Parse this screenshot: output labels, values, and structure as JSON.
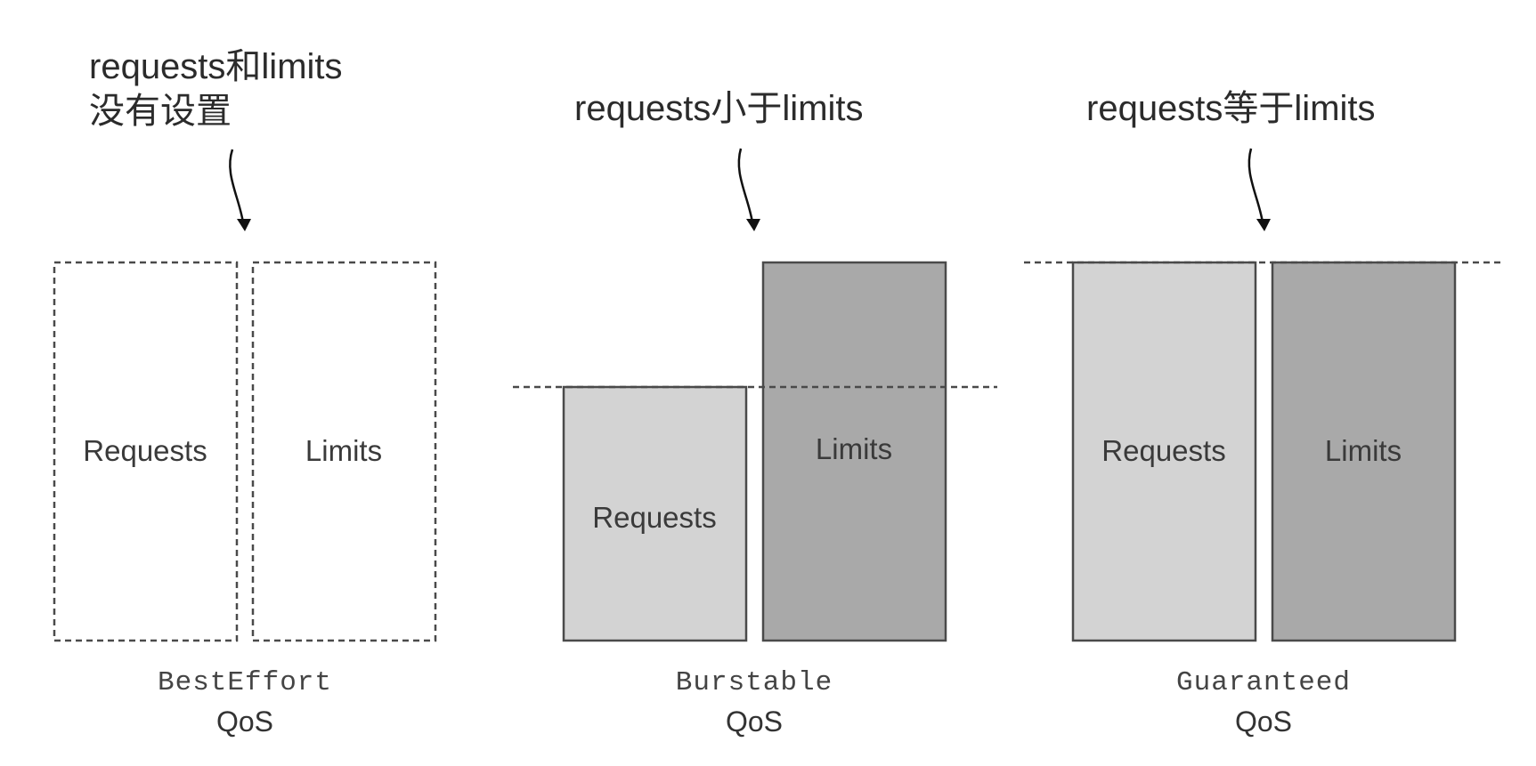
{
  "best_effort": {
    "caption_line1": "requests和limits",
    "caption_line2": "没有设置",
    "requests_label": "Requests",
    "limits_label": "Limits",
    "class_name": "BestEffort",
    "qos_word": "QoS"
  },
  "burstable": {
    "caption": "requests小于limits",
    "requests_label": "Requests",
    "limits_label": "Limits",
    "class_name": "Burstable",
    "qos_word": "QoS"
  },
  "guaranteed": {
    "caption": "requests等于limits",
    "requests_label": "Requests",
    "limits_label": "Limits",
    "class_name": "Guaranteed",
    "qos_word": "QoS"
  },
  "colors": {
    "requests_fill": "#d3d3d3",
    "limits_fill": "#a9a9a9",
    "outline": "#4a4a4a",
    "background": "#ffffff"
  }
}
